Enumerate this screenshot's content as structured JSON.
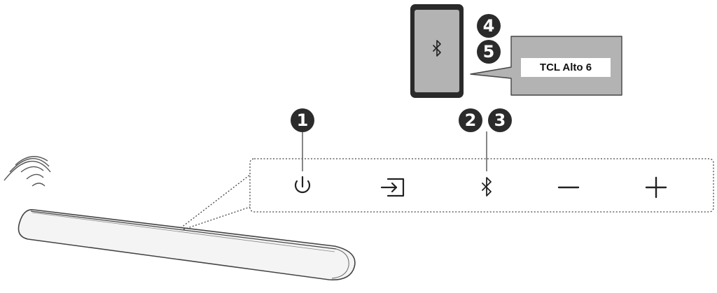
{
  "device_list": {
    "entry_label": "TCL Alto 6"
  },
  "callouts": {
    "power": "1",
    "bluetooth_a": "2",
    "bluetooth_b": "3",
    "phone_a": "4",
    "phone_b": "5"
  },
  "controls": [
    {
      "icon": "power-icon"
    },
    {
      "icon": "source-input-icon"
    },
    {
      "icon": "bluetooth-icon"
    },
    {
      "icon": "volume-down-icon"
    },
    {
      "icon": "volume-up-icon"
    }
  ],
  "colors": {
    "panel_fill": "#b3b3b3",
    "phone_body": "#2a2a2a",
    "badge": "#2b2b2b",
    "line": "#3a3a3a"
  }
}
